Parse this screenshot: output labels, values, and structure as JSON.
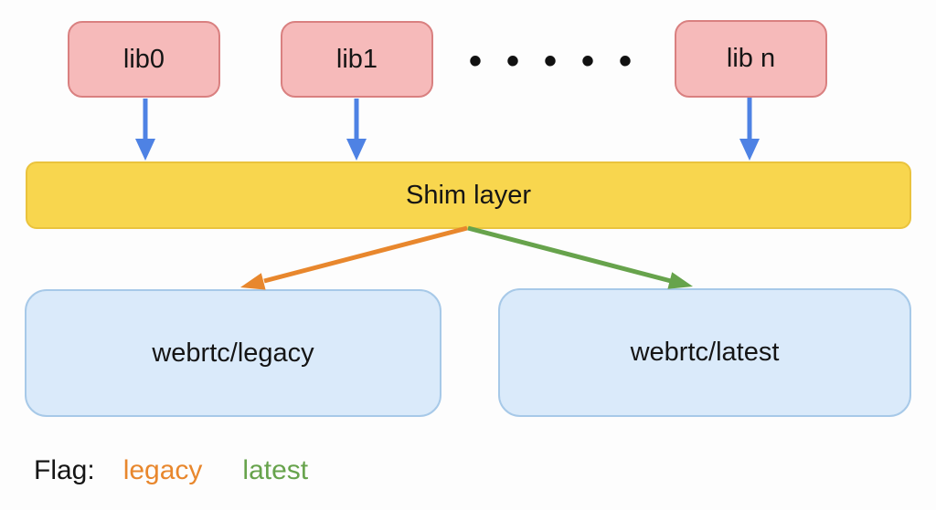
{
  "colors": {
    "lib_box_fill": "#f6baba",
    "lib_box_border": "#d98080",
    "shim_fill": "#f8d64e",
    "shim_border": "#eac33d",
    "impl_box_fill": "#daeafa",
    "impl_box_border": "#a7c9e8",
    "arrow_blue": "#4e82e4",
    "arrow_orange": "#e8872d",
    "arrow_green": "#67a34c",
    "text": "#151515"
  },
  "diagram": {
    "lib_boxes": [
      {
        "label": "lib0"
      },
      {
        "label": "lib1"
      },
      {
        "label": "lib n"
      }
    ],
    "ellipsis": "•••••",
    "shim": {
      "label": "Shim layer"
    },
    "impl_boxes": [
      {
        "label": "webrtc/legacy"
      },
      {
        "label": "webrtc/latest"
      }
    ],
    "legend": {
      "prefix": "Flag:",
      "items": [
        {
          "label": "legacy",
          "color": "#e8872d"
        },
        {
          "label": "latest",
          "color": "#67a34c"
        }
      ]
    }
  }
}
